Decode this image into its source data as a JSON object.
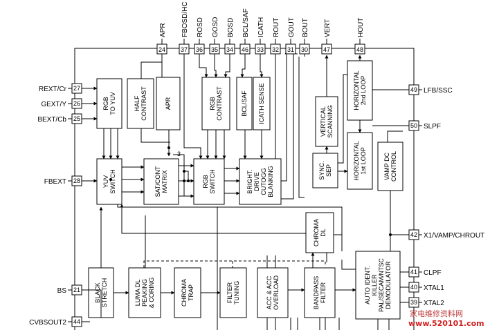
{
  "top_pins": [
    {
      "num": "24",
      "label": "APR"
    },
    {
      "num": "37",
      "label": "FBOSD/HC"
    },
    {
      "num": "36",
      "label": "ROSD"
    },
    {
      "num": "35",
      "label": "GOSD"
    },
    {
      "num": "34",
      "label": "BOSD"
    },
    {
      "num": "46",
      "label": "BCL/SAF"
    },
    {
      "num": "33",
      "label": "ICATH"
    },
    {
      "num": "32",
      "label": "ROUT"
    },
    {
      "num": "31",
      "label": "GOUT"
    },
    {
      "num": "30",
      "label": "BOUT"
    },
    {
      "num": "47",
      "label": "VERT"
    },
    {
      "num": "48",
      "label": "HOUT"
    }
  ],
  "left_pins": [
    {
      "num": "27",
      "label": "REXT/Cr"
    },
    {
      "num": "26",
      "label": "GEXT/Y"
    },
    {
      "num": "25",
      "label": "BEXT/Cb"
    },
    {
      "num": "28",
      "label": "FBEXT"
    },
    {
      "num": "21",
      "label": "BS"
    },
    {
      "num": "44",
      "label": "CVBSOUT2"
    }
  ],
  "right_pins": [
    {
      "num": "49",
      "label": "LFB/SSC"
    },
    {
      "num": "50",
      "label": "SLPF"
    },
    {
      "num": "42",
      "label": "X1/VAMP/CHROUT"
    },
    {
      "num": "41",
      "label": "CLPF"
    },
    {
      "num": "40",
      "label": "XTAL1"
    },
    {
      "num": "39",
      "label": "XTAL2"
    }
  ],
  "blocks": {
    "rgb_to_yuv": [
      "RGB",
      "TO YUV"
    ],
    "half_contrast": [
      "HALF",
      "CONTRAST"
    ],
    "apr": [
      "APR"
    ],
    "rgb_contrast": [
      "RGB",
      "CONTRAST"
    ],
    "bcl_saf": [
      "BCL/SAF"
    ],
    "icath_sense": [
      "ICATH SENSE"
    ],
    "yuv_switch": [
      "YUV",
      "SWITCH"
    ],
    "sat_cont_matrix": [
      "SAT/CONT",
      "MATRIX"
    ],
    "rgb_switch": [
      "RGB",
      "SWITCH"
    ],
    "bright_drive": [
      "BRIGHT.",
      "DRIVE",
      "CUTOGG",
      "BLANKING"
    ],
    "vertical_scanning": [
      "VERTICAL",
      "SCANNING"
    ],
    "horizontal_2nd_loop": [
      "HORIZONTAL",
      "2nd LOOP"
    ],
    "horizontal_1st_loop": [
      "HORIZONTAL",
      "1st LOOP"
    ],
    "sync_sep": [
      "SYNC.",
      "SEP"
    ],
    "vamp_dc_control": [
      "VAMP DC",
      "CONTROL"
    ],
    "chroma_dl": [
      "CHROMA",
      "DL"
    ],
    "black_stretch": [
      "BLACK",
      "STRETCH"
    ],
    "luma_dl": [
      "LUMA DL",
      "PEAKING",
      "& CORING"
    ],
    "chroma_trap": [
      "CHROMA",
      "TRAP"
    ],
    "filter_tuning": [
      "FILTER",
      "TUNING"
    ],
    "acc_overload": [
      "ACC & ACC",
      "OVERLOAD"
    ],
    "bandpass_filter": [
      "BANDPASS",
      "FILTER"
    ],
    "auto_ident": [
      "AUTO IDENT.",
      "KILLER",
      "PAL/SECAM/NTSC",
      "DEMODULATOR"
    ]
  },
  "matrix_label": "3",
  "watermark": {
    "line1": "家电维修资料网",
    "line2": "www.520101.com"
  }
}
